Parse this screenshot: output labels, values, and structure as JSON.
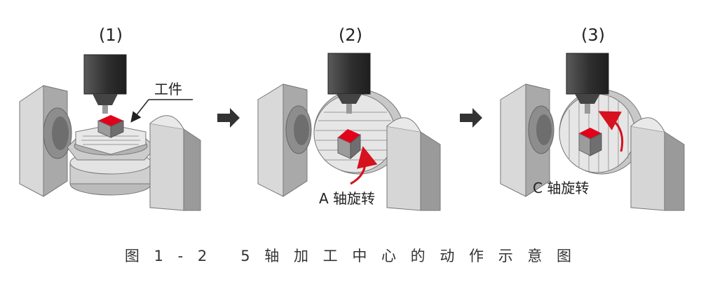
{
  "steps": [
    {
      "label": "(1)",
      "annotation": "工件"
    },
    {
      "label": "(2)",
      "annotation": "A 轴旋转"
    },
    {
      "label": "(3)",
      "annotation": "C 轴旋转"
    }
  ],
  "caption": "图 1 - 2   5 轴 加 工 中 心 的 动 作 示 意 图",
  "colors": {
    "workpiece": "#e3001b",
    "arrow": "#d5121e",
    "spindle": "#3a3a3a",
    "machine_light": "#e6e6e6",
    "machine_mid": "#bdbdbd",
    "machine_dark": "#8f8f8f",
    "flow_arrow": "#333333"
  }
}
